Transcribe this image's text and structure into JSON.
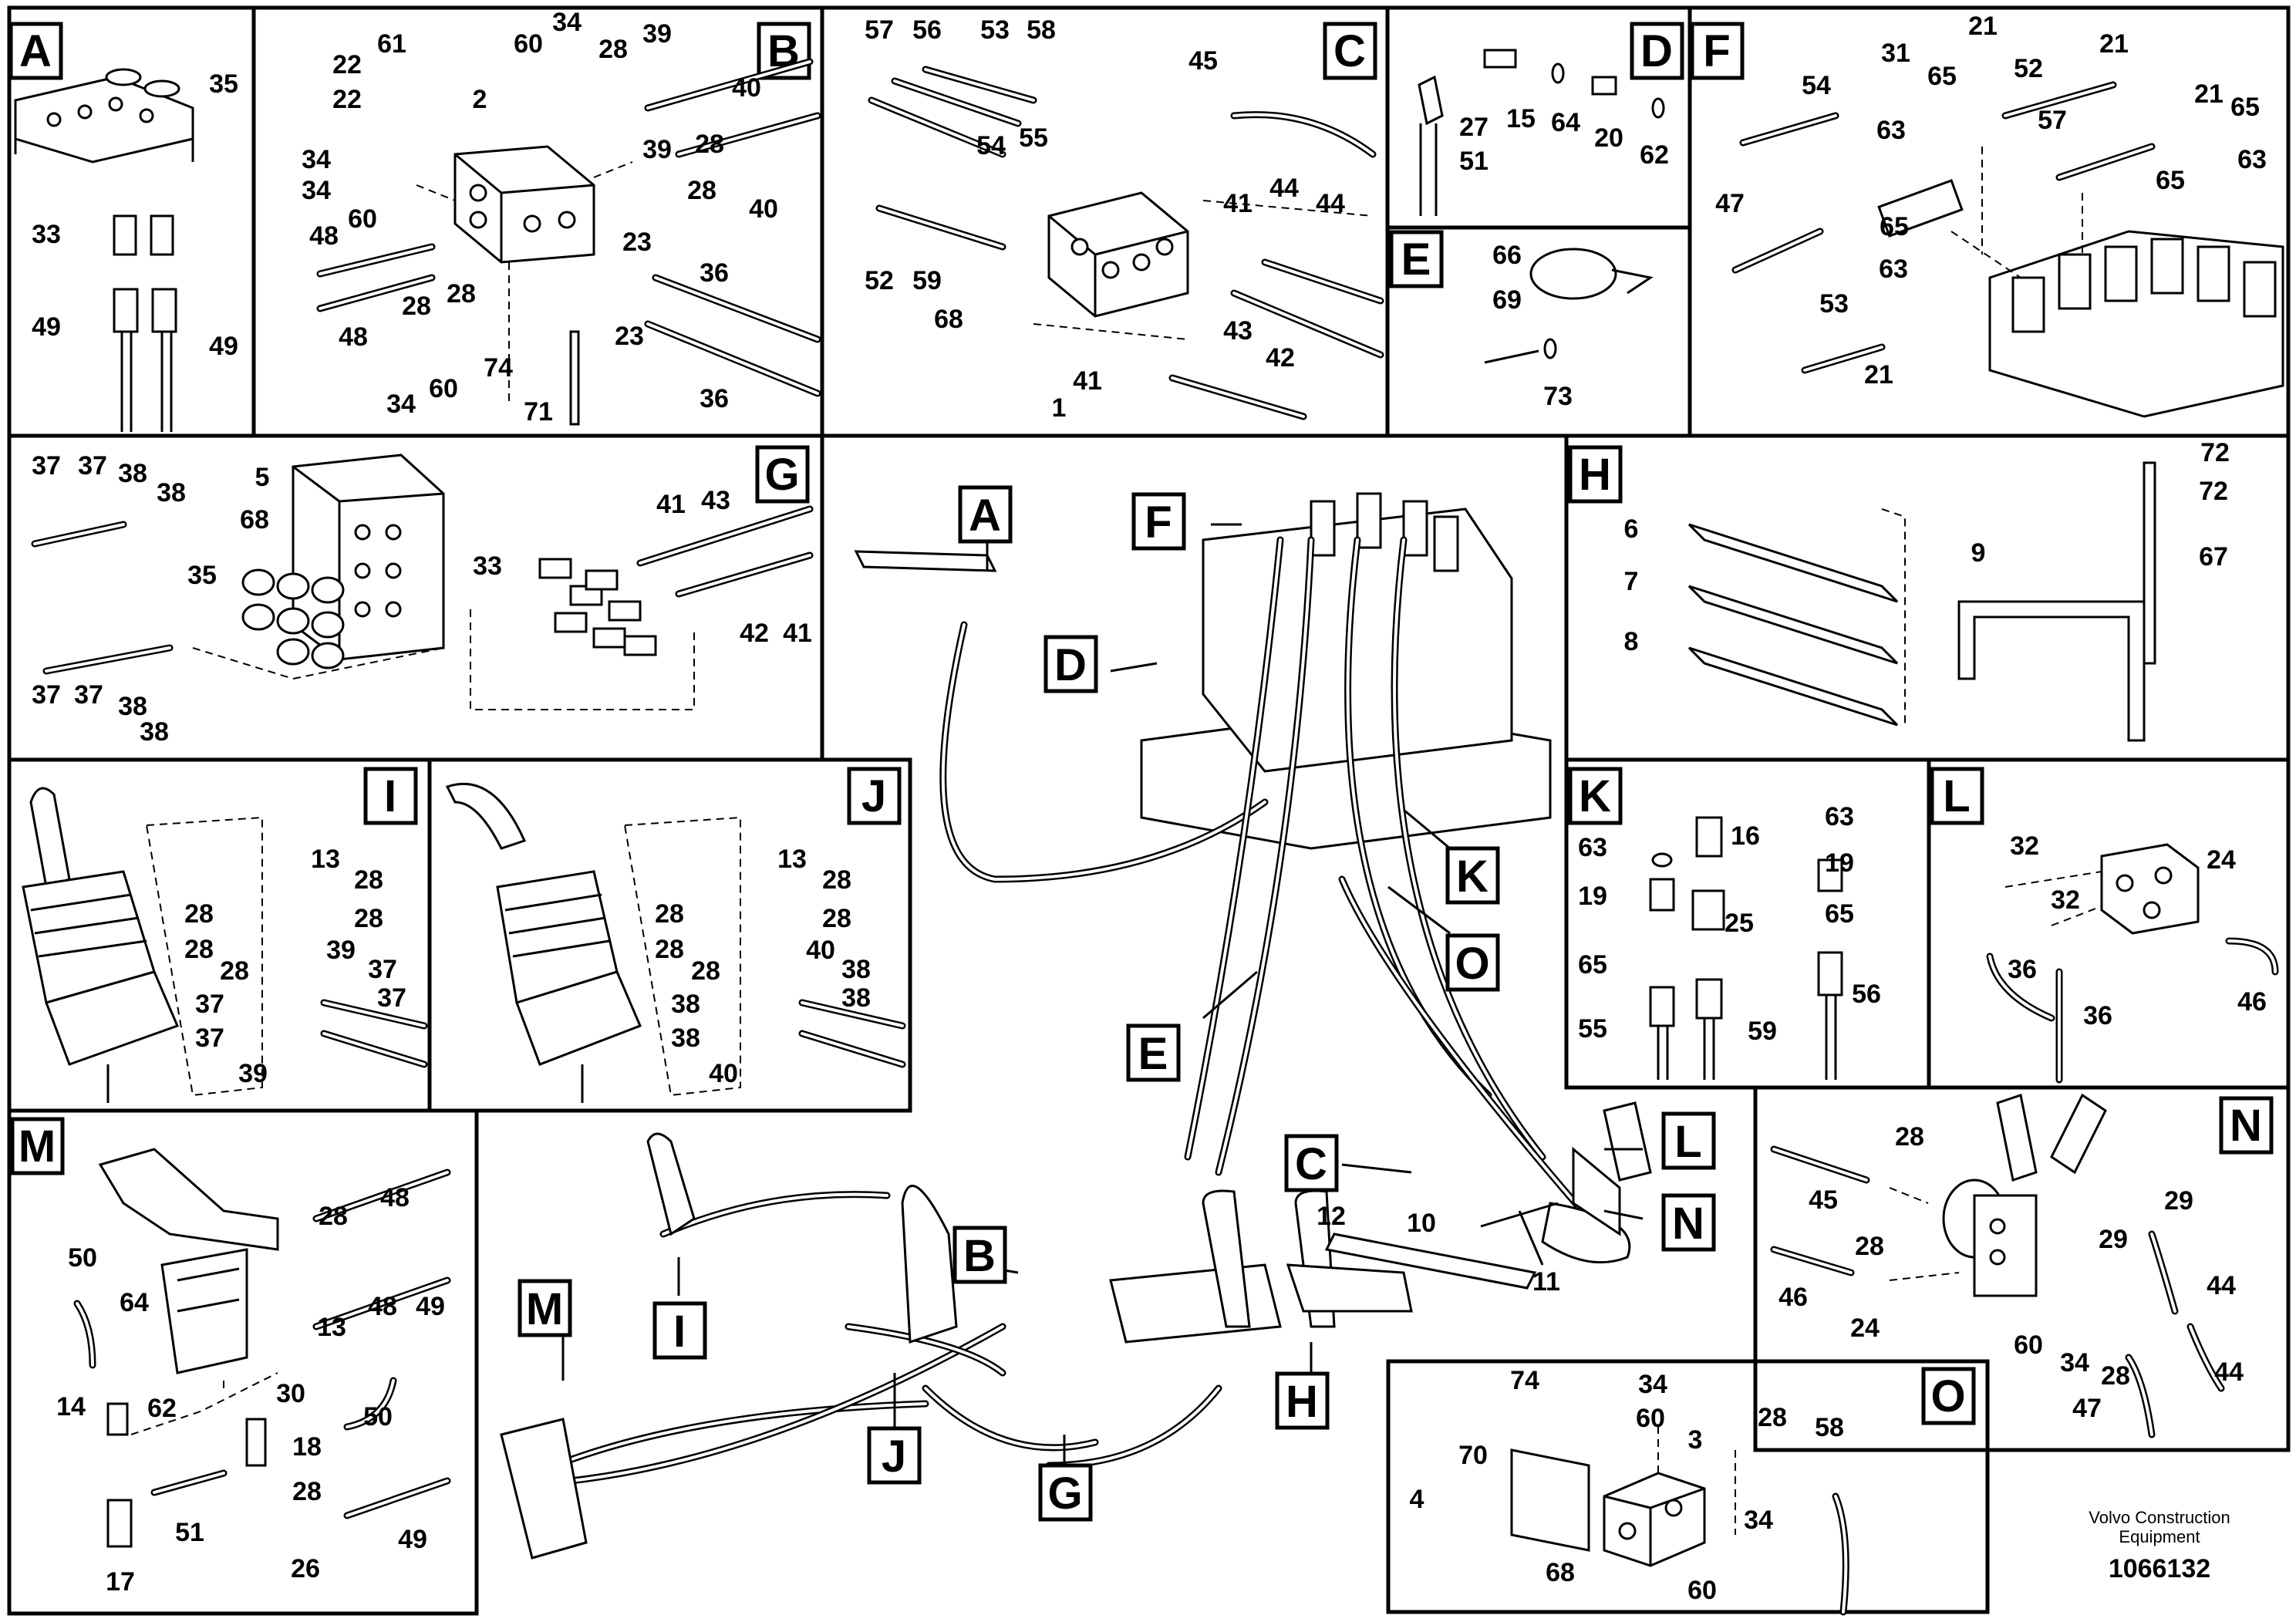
{
  "panels": [
    {
      "id": "A",
      "labels": [
        "35",
        "33",
        "49",
        "49"
      ]
    },
    {
      "id": "B",
      "labels": [
        "22",
        "61",
        "22",
        "60",
        "34",
        "28",
        "39",
        "2",
        "34",
        "34",
        "60",
        "48",
        "48",
        "28",
        "28",
        "39",
        "28",
        "40",
        "28",
        "40",
        "23",
        "36",
        "23",
        "36",
        "74",
        "71",
        "34",
        "60"
      ]
    },
    {
      "id": "C",
      "labels": [
        "57",
        "56",
        "53",
        "58",
        "45",
        "54",
        "55",
        "52",
        "59",
        "41",
        "44",
        "44",
        "68",
        "43",
        "42",
        "41",
        "1"
      ]
    },
    {
      "id": "D",
      "labels": [
        "27",
        "15",
        "64",
        "20",
        "62",
        "51"
      ]
    },
    {
      "id": "E",
      "labels": [
        "66",
        "69",
        "73"
      ]
    },
    {
      "id": "F",
      "labels": [
        "31",
        "65",
        "21",
        "52",
        "21",
        "54",
        "63",
        "57",
        "65",
        "21",
        "63",
        "47",
        "65",
        "63",
        "53",
        "65",
        "21",
        "63"
      ]
    },
    {
      "id": "G",
      "labels": [
        "37",
        "37",
        "38",
        "38",
        "5",
        "68",
        "35",
        "33",
        "41",
        "43",
        "37",
        "37",
        "38",
        "38",
        "42",
        "41"
      ]
    },
    {
      "id": "H",
      "labels": [
        "72",
        "72",
        "6",
        "67",
        "9",
        "7",
        "8"
      ]
    },
    {
      "id": "I",
      "labels": [
        "13",
        "28",
        "28",
        "28",
        "28",
        "39",
        "28",
        "37",
        "37",
        "37",
        "37",
        "39"
      ]
    },
    {
      "id": "J",
      "labels": [
        "13",
        "28",
        "28",
        "28",
        "28",
        "40",
        "28",
        "38",
        "38",
        "38",
        "38",
        "40"
      ]
    },
    {
      "id": "K",
      "labels": [
        "63",
        "16",
        "63",
        "19",
        "19",
        "25",
        "65",
        "65",
        "55",
        "59",
        "56"
      ]
    },
    {
      "id": "L",
      "labels": [
        "32",
        "24",
        "32",
        "36",
        "46",
        "36"
      ]
    },
    {
      "id": "M",
      "labels": [
        "28",
        "48",
        "50",
        "64",
        "13",
        "48",
        "49",
        "14",
        "62",
        "30",
        "18",
        "50",
        "28",
        "51",
        "49",
        "17",
        "26"
      ]
    },
    {
      "id": "N",
      "labels": [
        "28",
        "45",
        "29",
        "28",
        "29",
        "46",
        "24",
        "44",
        "60",
        "34",
        "28",
        "44",
        "47"
      ]
    },
    {
      "id": "O",
      "labels": [
        "74",
        "34",
        "60",
        "70",
        "28",
        "58",
        "3",
        "4",
        "34",
        "68",
        "60"
      ]
    }
  ],
  "overview": {
    "callouts": [
      "A",
      "F",
      "D",
      "K",
      "O",
      "E",
      "C",
      "L",
      "N",
      "B",
      "M",
      "I",
      "J",
      "G",
      "H"
    ],
    "labels": [
      "12",
      "10",
      "11"
    ]
  },
  "credit": {
    "line1": "Volvo Construction",
    "line2": "Equipment"
  },
  "doc_number": "1066132"
}
